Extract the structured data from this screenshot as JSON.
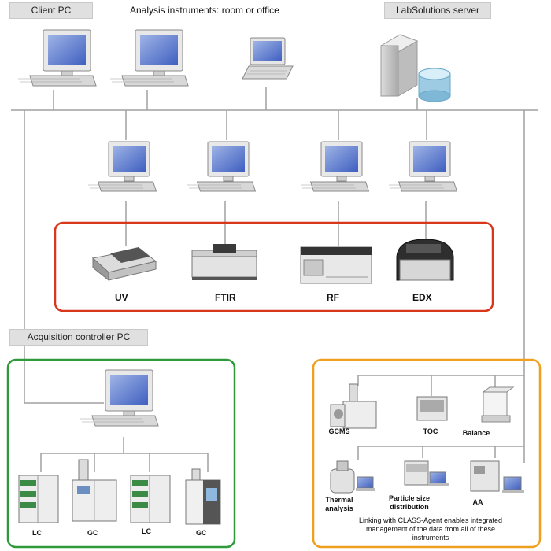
{
  "labels": {
    "client_pc": "Client PC",
    "analysis_instruments": "Analysis instruments: room or office",
    "labsolutions_server": "LabSolutions server",
    "acquisition_controller_pc": "Acquisition controller PC"
  },
  "instruments_top": [
    "UV",
    "FTIR",
    "RF",
    "EDX"
  ],
  "instruments_bottom": [
    "LC",
    "GC",
    "LC",
    "GC"
  ],
  "class_agent": {
    "items": [
      "GCMS",
      "TOC",
      "Balance",
      "Thermal analysis",
      "Particle size distribution",
      "AA"
    ],
    "note": "Linking with CLASS-Agent enables integrated management of the data from all of these instruments"
  },
  "colors": {
    "red_group": "#d9371c",
    "green_group": "#2e9a3a",
    "orange_group": "#f0a020",
    "network_line": "#a0a0a0"
  }
}
